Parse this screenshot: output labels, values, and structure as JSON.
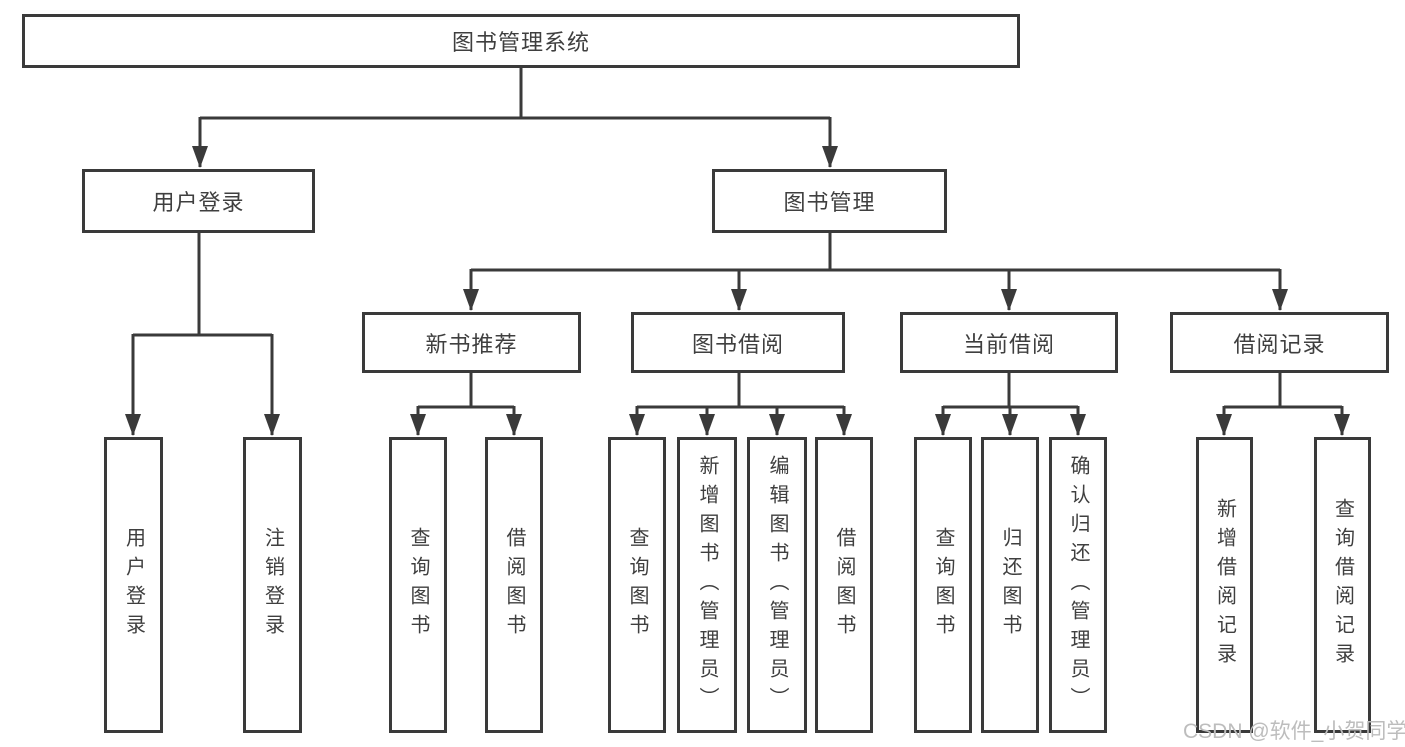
{
  "diagram_title": "图书管理系统",
  "nodes": {
    "root": "图书管理系统",
    "user_login": "用户登录",
    "book_mgmt": "图书管理",
    "new_books": "新书推荐",
    "book_borrow": "图书借阅",
    "current_borrow": "当前借阅",
    "borrow_records": "借阅记录",
    "leaf_user_login": "用户登录",
    "leaf_logout": "注销登录",
    "leaf_nb_query": "查询图书",
    "leaf_nb_borrow": "借阅图书",
    "leaf_bb_query": "查询图书",
    "leaf_bb_add": "新增图书（管理员）",
    "leaf_bb_edit": "编辑图书（管理员）",
    "leaf_bb_borrow": "借阅图书",
    "leaf_cb_query": "查询图书",
    "leaf_cb_return": "归还图书",
    "leaf_cb_confirm": "确认归还（管理员）",
    "leaf_br_add": "新增借阅记录",
    "leaf_br_query": "查询借阅记录"
  },
  "hierarchy": {
    "图书管理系统": {
      "用户登录": [
        "用户登录",
        "注销登录"
      ],
      "图书管理": {
        "新书推荐": [
          "查询图书",
          "借阅图书"
        ],
        "图书借阅": [
          "查询图书",
          "新增图书（管理员）",
          "编辑图书（管理员）",
          "借阅图书"
        ],
        "当前借阅": [
          "查询图书",
          "归还图书",
          "确认归还（管理员）"
        ],
        "借阅记录": [
          "新增借阅记录",
          "查询借阅记录"
        ]
      }
    }
  },
  "watermark": "CSDN @软件_小贺同学",
  "colors": {
    "line": "#3a3a3a",
    "text": "#3f3f3f",
    "watermark": "#bdbdbd",
    "bg": "#ffffff"
  }
}
